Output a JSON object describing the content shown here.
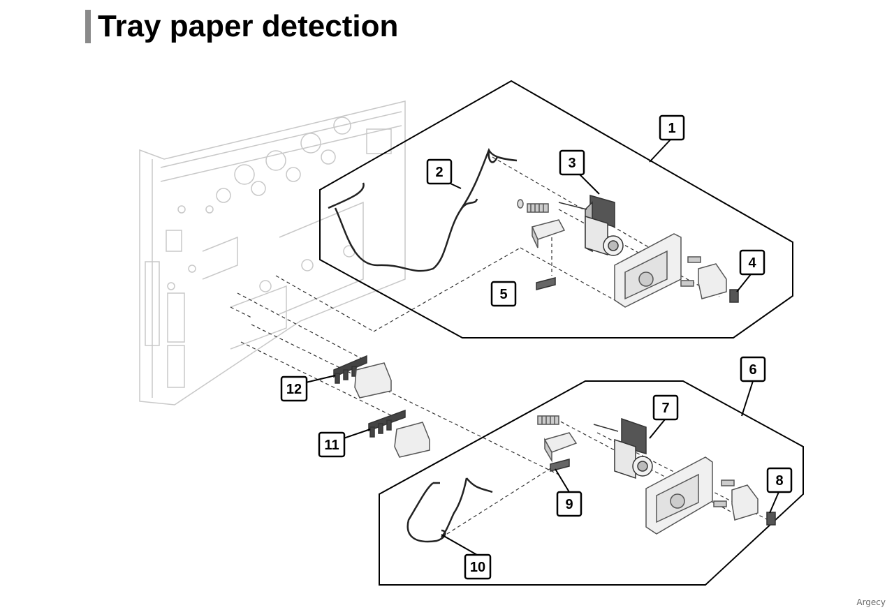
{
  "title": "Tray paper detection",
  "watermark": "Argecy",
  "colors": {
    "line": "#000000",
    "faint": "#c8c8c8",
    "part": "#9a9a9a",
    "title_bar": "#8a8a8a"
  },
  "callouts": [
    "1",
    "2",
    "3",
    "4",
    "5",
    "6",
    "7",
    "8",
    "9",
    "10",
    "11",
    "12"
  ]
}
